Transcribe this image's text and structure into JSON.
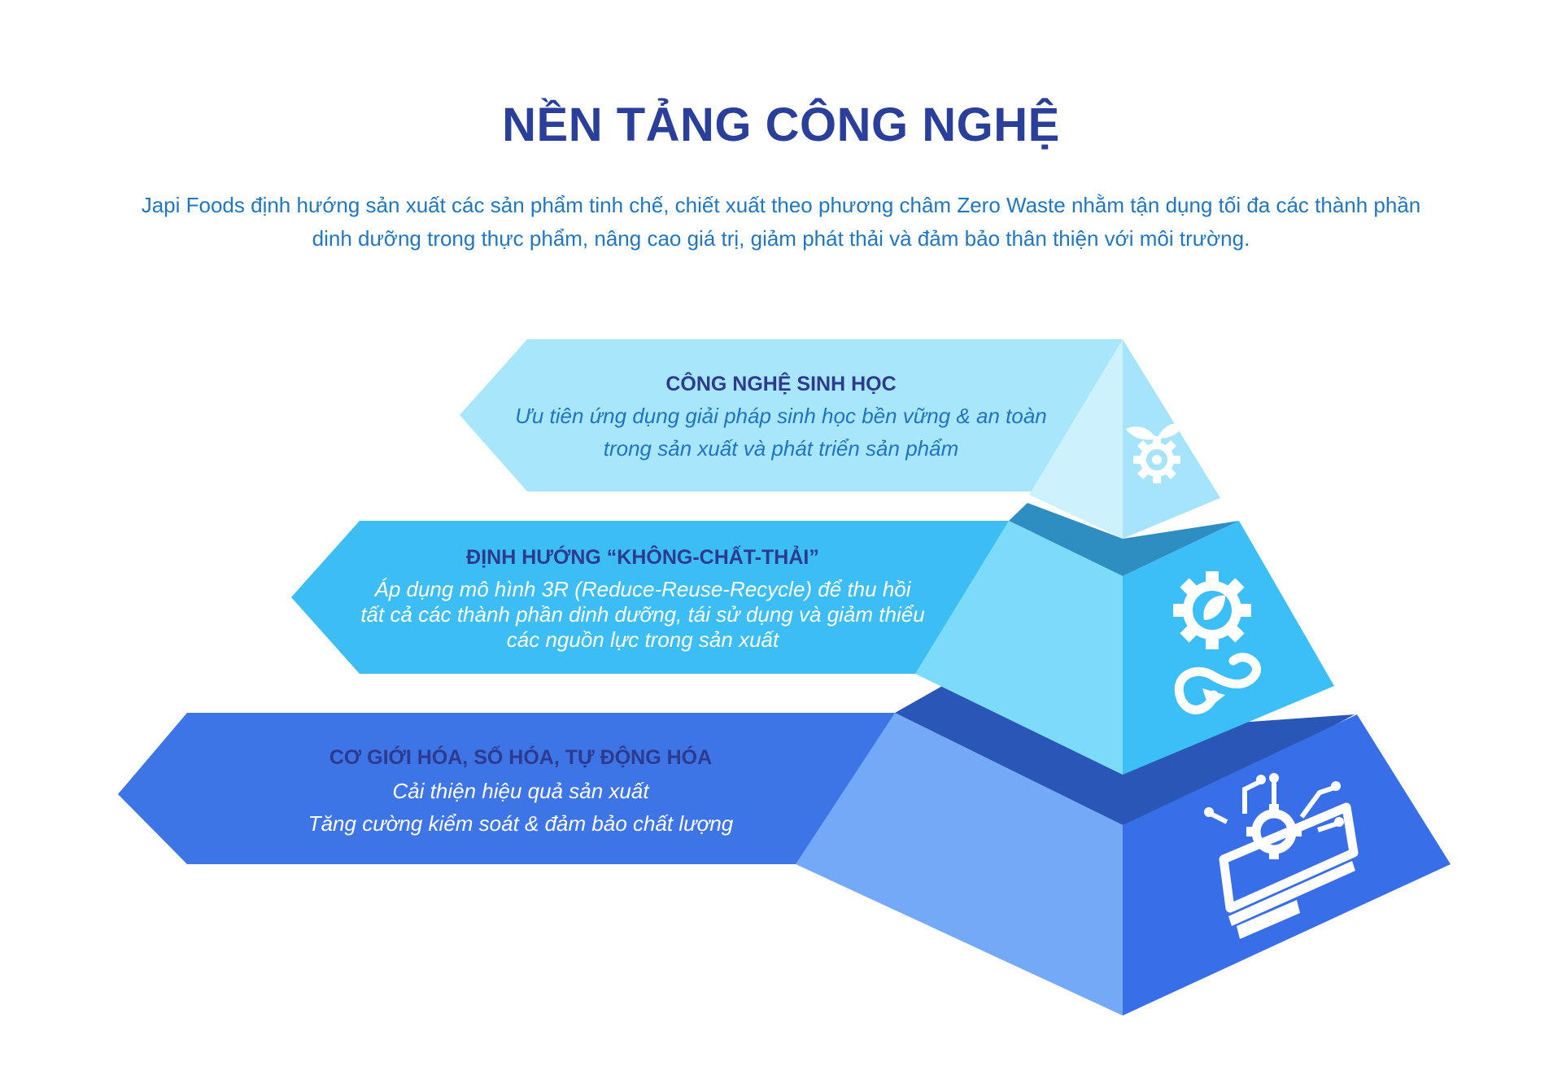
{
  "header": {
    "title": "NỀN TẢNG CÔNG NGHỆ",
    "intro_line1": "Japi Foods định hướng sản xuất các sản phẩm tinh chế, chiết xuất theo phương châm Zero Waste nhằm tận dụng tối đa các thành phần",
    "intro_line2": "dinh dưỡng trong thực phẩm, nâng cao giá trị, giảm phát thải và đảm bảo thân thiện với môi trường."
  },
  "tiers": [
    {
      "title": "CÔNG NGHỆ SINH HỌC",
      "lines": [
        "Ưu tiên ứng dụng giải pháp sinh học bền vững & an toàn",
        "trong sản xuất và phát triển sản phẩm"
      ],
      "icon": "bio-gear-leaf-icon"
    },
    {
      "title": "ĐỊNH HƯỚNG “KHÔNG-CHẤT-THẢI”",
      "lines": [
        "Áp dụng mô hình 3R (Reduce-Reuse-Recycle) để thu hồi",
        "tất cả các thành phần dinh dưỡng, tái sử dụng và giảm thiểu",
        "các nguồn lực trong sản xuất"
      ],
      "icon": "gear-recycle-arrow-icon"
    },
    {
      "title": "CƠ GIỚI HÓA, SỐ HÓA, TỰ ĐỘNG HÓA",
      "lines": [
        "Cải thiện hiệu quả sản xuất",
        "Tăng cường kiểm soát & đảm bảo chất lượng"
      ],
      "icon": "monitor-gear-circuit-icon"
    }
  ],
  "colors": {
    "title": "#2a3f9a",
    "intro": "#1f77c2",
    "tier_title": "#2d3b8f",
    "tier1_desc": "#1f73c4",
    "tier_desc_light": "#ffffff",
    "tier1_arrow": "#a8e6fb",
    "tier1_face_left": "#cdf2fd",
    "tier1_face_right": "#a5e4fa",
    "tier2_arrow": "#3cbef5",
    "tier2_face_left": "#7ddbfa",
    "tier2_face_right": "#3cbff6",
    "tier2_top_band": "#2e8ec2",
    "tier3_arrow": "#3d74e6",
    "tier3_face_left": "#73a9f6",
    "tier3_face_right": "#386ee8",
    "tier3_top_band": "#2a56b8"
  }
}
